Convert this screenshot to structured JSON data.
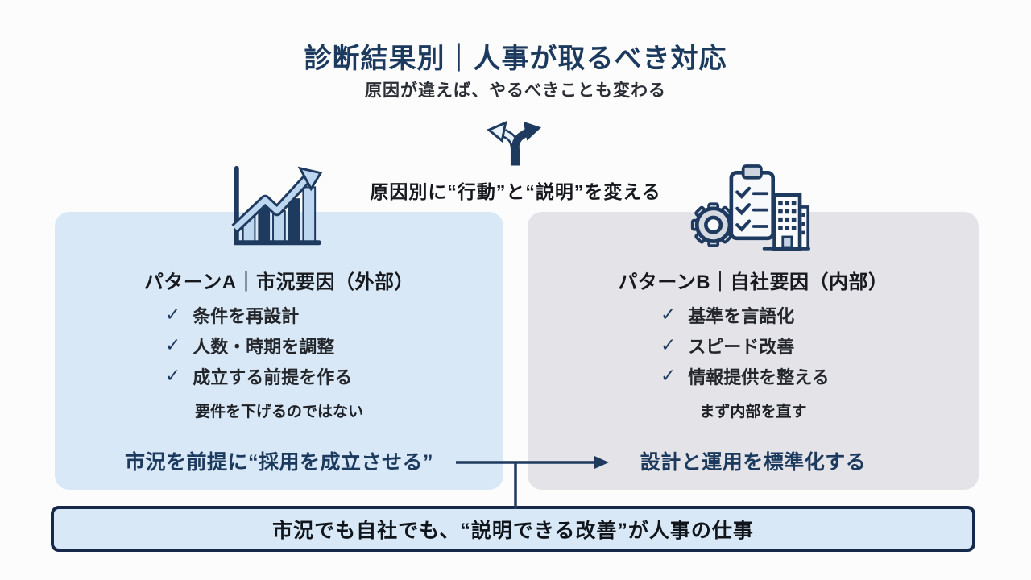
{
  "slide": {
    "title": "診断結果別｜人事が取るべき対応",
    "subtitle": "原因が違えば、やるべきことも変わる",
    "branch_label": "原因別に“行動”と“説明”を変える",
    "checklist_mark": "✓"
  },
  "panel_a": {
    "title": "パターンA｜市況要因（外部）",
    "items": [
      "条件を再設計",
      "人数・時期を調整",
      "成立する前提を作る"
    ],
    "note": "要件を下げるのではない",
    "conclusion": "市況を前提に“採用を成立させる”"
  },
  "panel_b": {
    "title": "パターンB｜自社要因（内部）",
    "items": [
      "基準を言語化",
      "スピード改善",
      "情報提供を整える"
    ],
    "note": "まず内部を直す",
    "conclusion": "設計と運用を標準化する"
  },
  "footer": {
    "banner": "市況でも自社でも、“説明できる改善”が人事の仕事"
  },
  "icons": {
    "branch": "fork-arrow-icon",
    "panel_a": "growth-bar-chart-icon",
    "panel_b": "gear-clipboard-building-icon"
  },
  "colors": {
    "navy": "#1e3a5f",
    "title_navy": "#1c3a5e",
    "panel_a_bg": "#d9e8f6",
    "panel_b_bg": "#e4e4e8",
    "banner_bg": "#d8e8f7",
    "banner_border": "#17294a",
    "icon_light_blue": "#bcd7ef"
  }
}
